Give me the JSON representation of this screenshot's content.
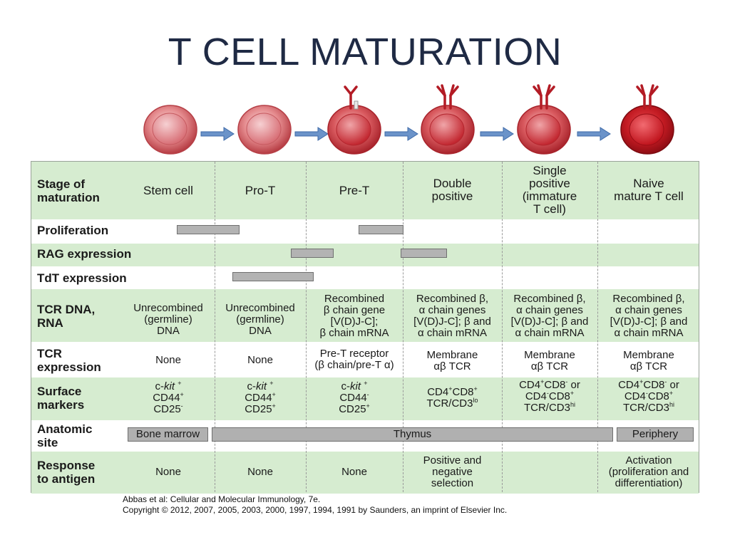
{
  "title": "T CELL MATURATION",
  "stage_label": "Stage of\nmaturation",
  "stages": [
    "Stem cell",
    "Pro-T",
    "Pre-T",
    "Double\npositive",
    "Single\npositive\n(immature\nT cell)",
    "Naive\nmature T cell"
  ],
  "rows": {
    "proliferation": "Proliferation",
    "rag": "RAG expression",
    "tdt": "TdT expression",
    "tcr_dna": "TCR DNA,\nRNA",
    "tcr_expr": "TCR\nexpression",
    "surface": "Surface\nmarkers",
    "anatomic": "Anatomic\nsite",
    "response": "Response\nto antigen"
  },
  "tcr_dna_values": [
    "Unrecombined\n(germline)\nDNA",
    "Unrecombined\n(germline)\nDNA",
    "Recombined\nβ chain gene\n[V(D)J-C];\nβ chain mRNA",
    "Recombined β,\nα chain genes\n[V(D)J-C]; β and\nα chain mRNA",
    "Recombined β,\nα chain genes\n[V(D)J-C]; β and\nα chain mRNA",
    "Recombined β,\nα chain genes\n[V(D)J-C]; β and\nα chain mRNA"
  ],
  "tcr_expr_values": [
    "None",
    "None",
    "Pre-T receptor\n(β chain/pre-T α)",
    "Membrane\nαβ TCR",
    "Membrane\nαβ TCR",
    "Membrane\nαβ TCR"
  ],
  "surface_values": [
    "c-kit +|CD44+|CD25-",
    "c-kit +|CD44+|CD25+",
    "c-kit +|CD44-|CD25+",
    "CD4+CD8+|TCR/CD3lo",
    "CD4+CD8- or|CD4-CD8+|TCR/CD3hi",
    "CD4+CD8- or|CD4-CD8+|TCR/CD3hi"
  ],
  "anatomic_sites": [
    "Bone marrow",
    "Thymus",
    "Periphery"
  ],
  "response_values": [
    "None",
    "None",
    "None",
    "Positive and\nnegative\nselection",
    "",
    "Activation\n(proliferation and\ndifferentiation)"
  ],
  "citation_line1": "Abbas et al: Cellular and Molecular Immunology, 7e.",
  "citation_line2": "Copyright © 2012, 2007, 2005, 2003, 2000, 1997, 1994, 1991 by Saunders, an imprint of Elsevier Inc.",
  "colors": {
    "band_green": "#d6ecd0",
    "bar_gray": "#b3b3b3",
    "title": "#1f2a44",
    "cell_red": "#c8202a",
    "arrow_blue": "#6b93c9"
  },
  "icons": [
    "cell-icon",
    "arrow-icon",
    "receptor-icon"
  ]
}
